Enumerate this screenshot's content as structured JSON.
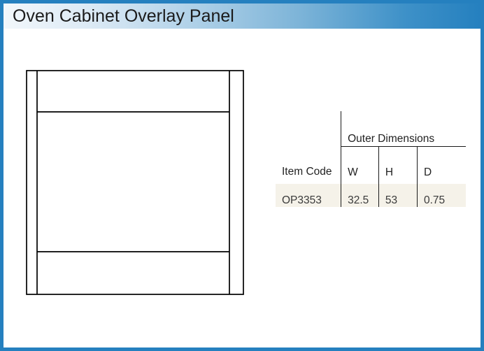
{
  "window": {
    "title": "Oven Cabinet Overlay Panel",
    "accent_color": "#2580bf",
    "header_gradient_from": "#f2f7fb",
    "header_gradient_to": "#2580bf",
    "background_color": "#ffffff"
  },
  "drawing": {
    "name": "oven-cabinet-overlay-panel-elevation",
    "line_color": "#000000",
    "fill_color": "#ffffff",
    "parts": [
      "outer-frame",
      "left-stile",
      "right-stile",
      "top-rail",
      "bottom-rail",
      "center-panel"
    ]
  },
  "table": {
    "row_highlight_color": "#f5f2e9",
    "rule_color": "#1b1b1b",
    "group_headers": [
      {
        "label": "",
        "span": 1
      },
      {
        "label": "Outer Dimensions",
        "span": 3
      }
    ],
    "columns": [
      {
        "key": "item_code",
        "label": "Item Code"
      },
      {
        "key": "w",
        "label": "W"
      },
      {
        "key": "h",
        "label": "H"
      },
      {
        "key": "d",
        "label": "D"
      }
    ],
    "rows": [
      {
        "item_code": "OP3353",
        "w": "32.5",
        "h": "53",
        "d": "0.75"
      }
    ]
  }
}
